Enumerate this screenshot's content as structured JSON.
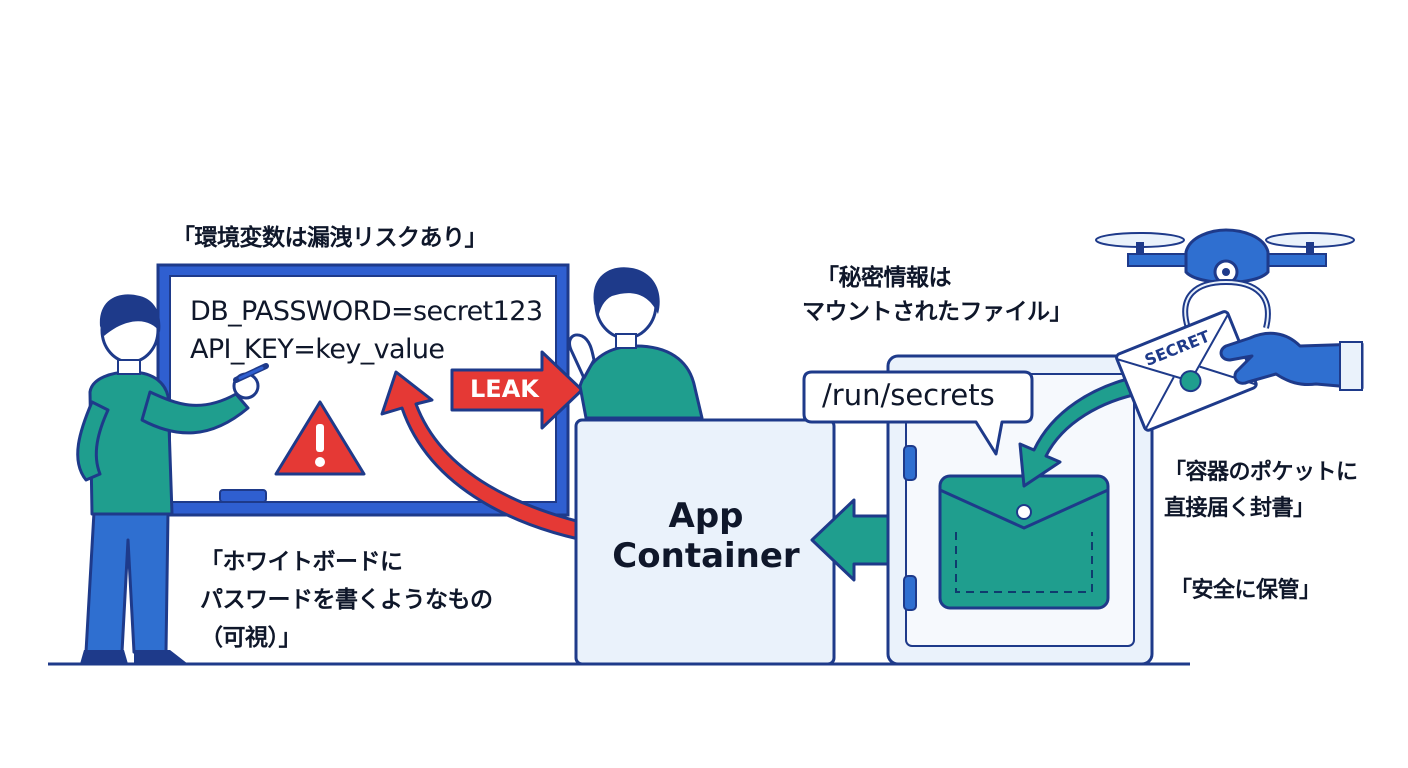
{
  "captions": {
    "env_risk": "「環境変数は漏洩リスクあり」",
    "secret_file_1": "「秘密情報は",
    "secret_file_2": "マウントされたファイル」",
    "whiteboard_1": "「ホワイトボードに",
    "whiteboard_2": "パスワードを書くようなもの",
    "whiteboard_3": "（可視）」",
    "pocket_1": "「容器のポケットに",
    "pocket_2": "直接届く封書」",
    "safe_storage": "「安全に保管」"
  },
  "whiteboard": {
    "line1": "DB_PASSWORD=secret123",
    "line2": "API_KEY=key_value"
  },
  "leak_label": "LEAK",
  "mount_path": "/run/secrets",
  "app_container": {
    "line1": "App",
    "line2": "Container"
  },
  "envelope_label": "SECRET",
  "colors": {
    "outline": "#1e3a8a",
    "board_blue": "#2f5fd0",
    "teal": "#1f9e8e",
    "teal_dark": "#0f766e",
    "red": "#e53935",
    "light_panel": "#eaf2fb",
    "shirt": "#1f9e8e",
    "pants": "#2f6fd0"
  },
  "icons": [
    "warning-icon",
    "drone-icon",
    "envelope-icon",
    "glove-hand-icon",
    "pen-icon"
  ]
}
